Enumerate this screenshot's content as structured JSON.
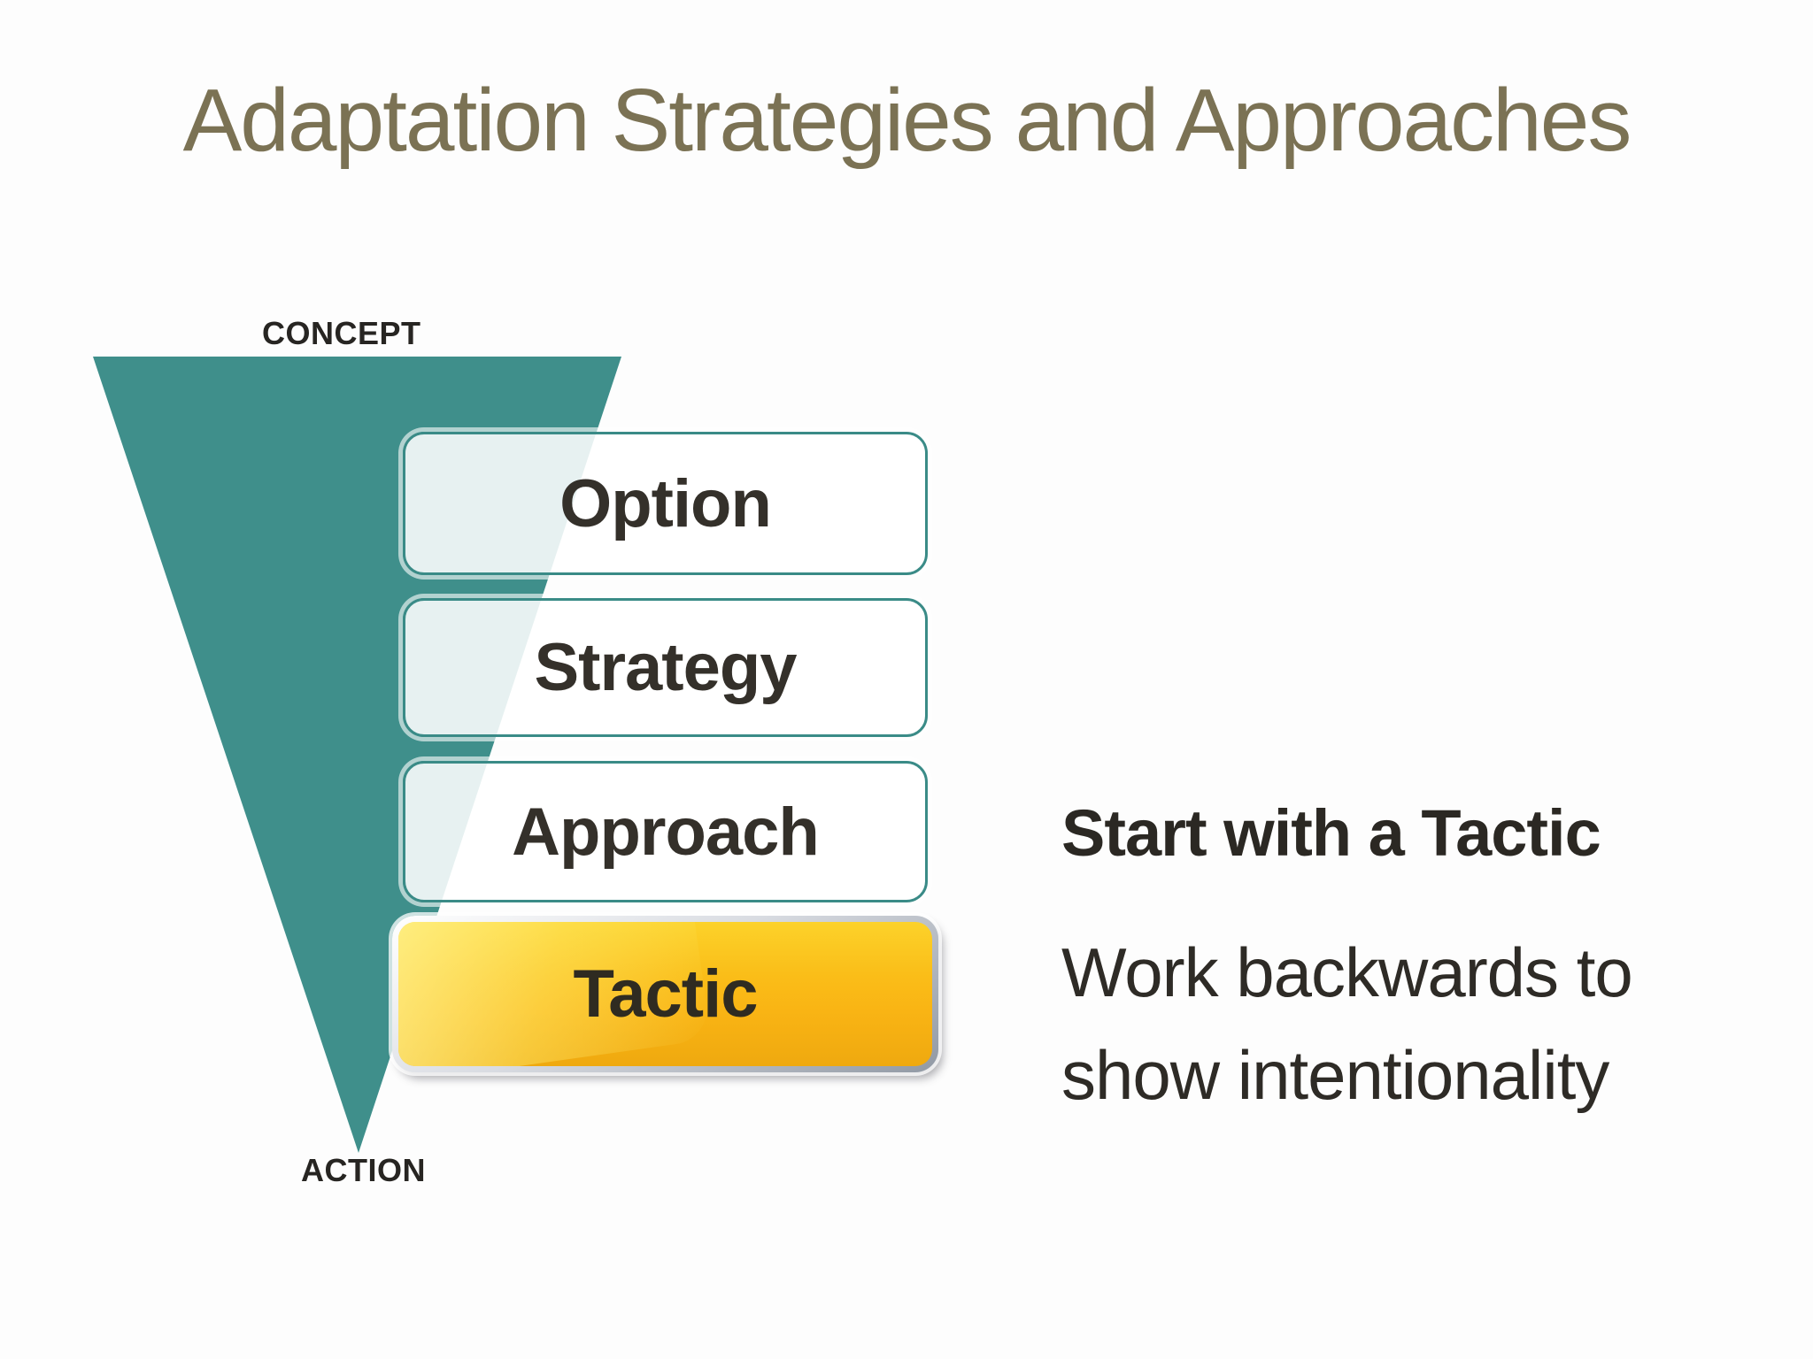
{
  "slide": {
    "title": "Adaptation Strategies and Approaches",
    "funnel": {
      "top_label": "CONCEPT",
      "bottom_label": "ACTION",
      "levels": [
        "Option",
        "Strategy",
        "Approach",
        "Tactic"
      ],
      "highlighted_level": "Tactic"
    },
    "callout": {
      "heading": "Start with a Tactic",
      "body_line1": "Work backwards to",
      "body_line2": "show intentionality"
    },
    "colors": {
      "teal": "#3F8F8B",
      "box_border_teal": "#3A8B87",
      "gold": "#F9B414",
      "gold_highlight": "#FCD22A",
      "title_olive": "#7B7254",
      "text_dark": "#2B2823"
    }
  }
}
